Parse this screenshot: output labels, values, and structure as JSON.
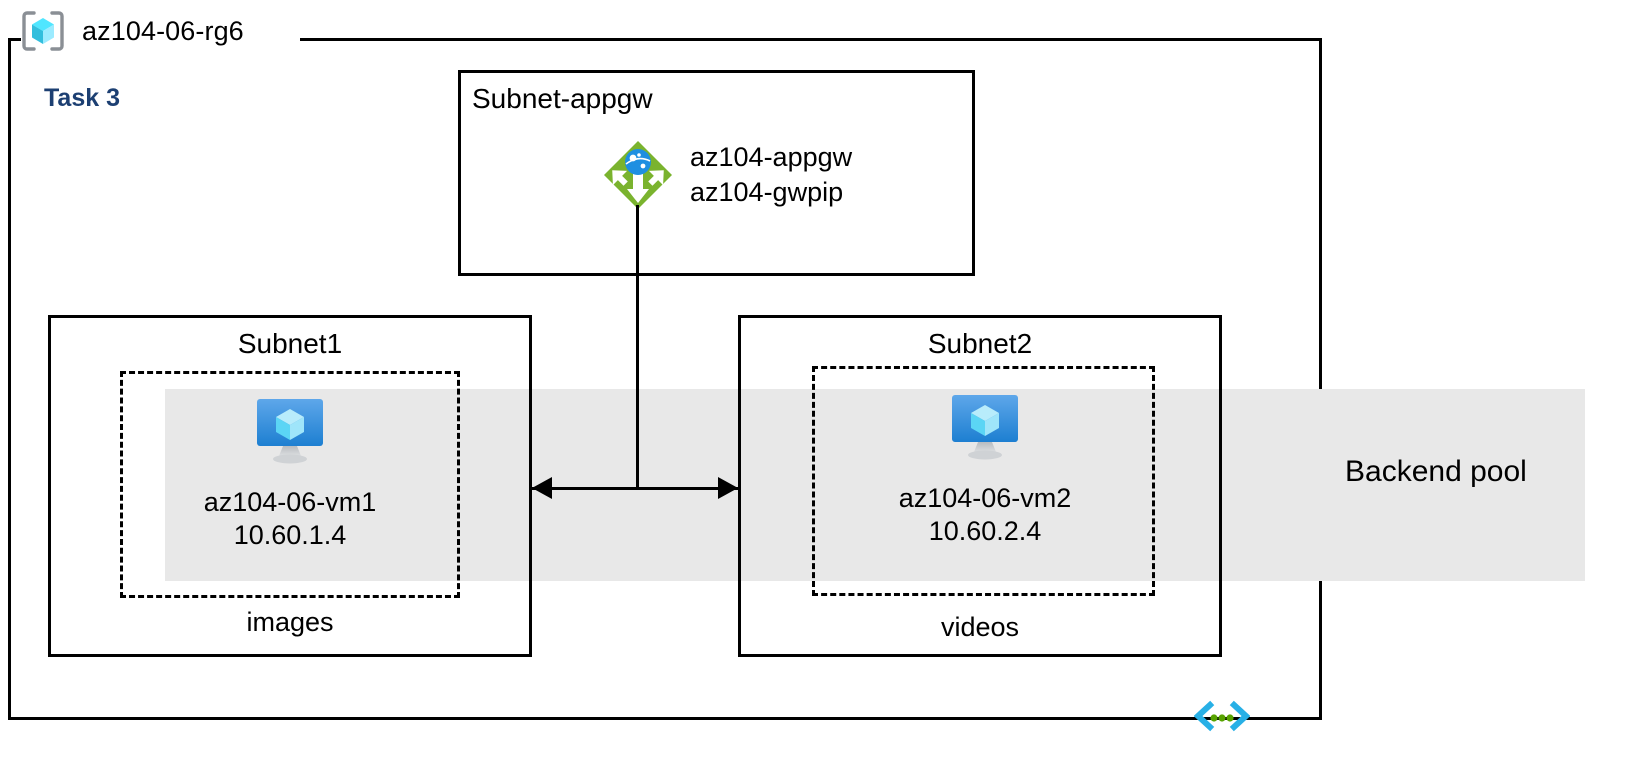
{
  "diagram": {
    "type": "azure-architecture",
    "resource_group": {
      "name": "az104-06-rg6",
      "icon": "resource-group-cube-icon"
    },
    "task": {
      "label": "Task 3",
      "color": "#1c3f72"
    },
    "subnets": [
      {
        "id": "subnet-appgw",
        "title": "Subnet-appgw",
        "resources": [
          {
            "icon": "application-gateway-icon",
            "lines": [
              "az104-appgw",
              "az104-gwpip"
            ]
          }
        ]
      },
      {
        "id": "subnet1",
        "title": "Subnet1",
        "footer": "images",
        "vm": {
          "icon": "virtual-machine-icon",
          "name": "az104-06-vm1",
          "ip": "10.60.1.4"
        }
      },
      {
        "id": "subnet2",
        "title": "Subnet2",
        "footer": "videos",
        "vm": {
          "icon": "virtual-machine-icon",
          "name": "az104-06-vm2",
          "ip": "10.60.2.4"
        }
      }
    ],
    "backend_pool": {
      "label": "Backend pool",
      "band_color": "#e8e8e8"
    },
    "vnet_badge": {
      "icon": "virtual-network-icon"
    },
    "colors": {
      "appgw_green": "#7ab32e",
      "appgw_globe_blue": "#1e8fe1",
      "vm_blue": "#2f8fe0",
      "vm_cube_cyan": "#8fe3fb",
      "rg_icon_cyan": "#31d2f2",
      "vnet_cyan": "#28b0e6",
      "vnet_green": "#57a300",
      "stroke": "#000000"
    }
  }
}
